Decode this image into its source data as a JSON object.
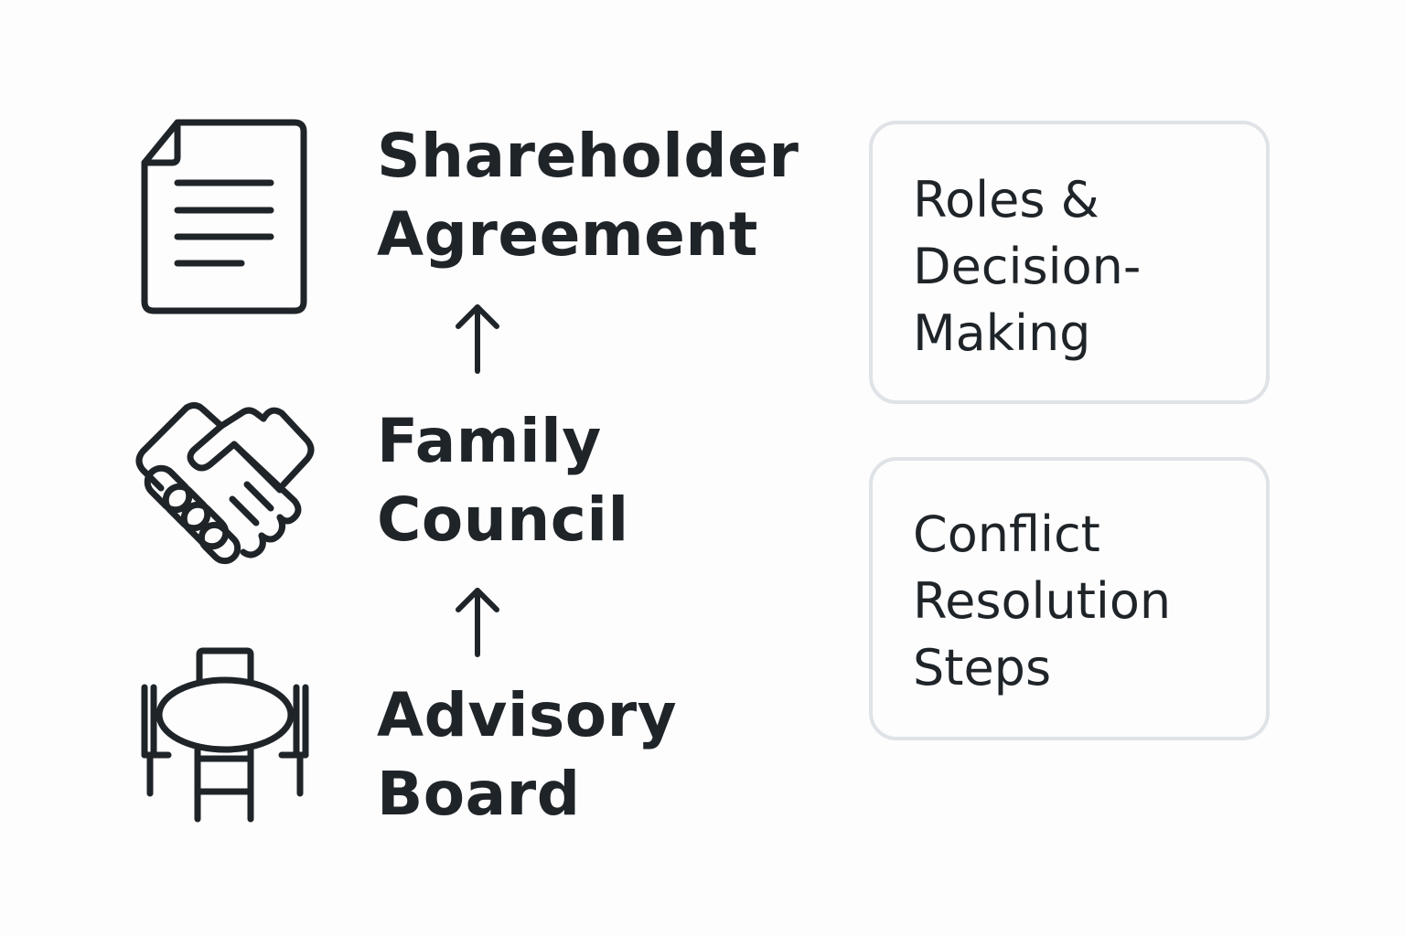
{
  "tiers": [
    {
      "label": "Shareholder\nAgreement",
      "icon": "document-icon"
    },
    {
      "label": "Family\nCouncil",
      "icon": "handshake-icon"
    },
    {
      "label": "Advisory\nBoard",
      "icon": "meeting-table-icon"
    }
  ],
  "cards": [
    {
      "text": "Roles &\nDecision-\nMaking"
    },
    {
      "text": "Conflict\nResolution\nSteps"
    }
  ],
  "colors": {
    "ink": "#1f2429",
    "card_border": "#dfe2e7",
    "background": "#fdfdfd"
  }
}
